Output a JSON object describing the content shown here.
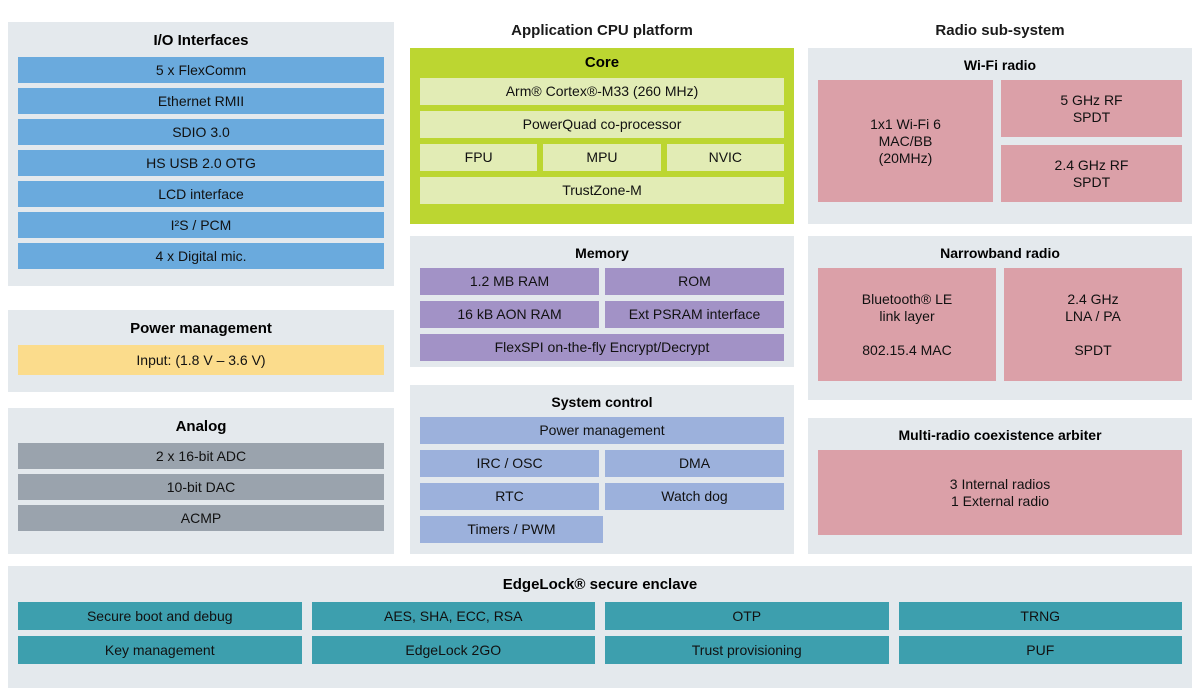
{
  "io_interfaces": {
    "title": "I/O Interfaces",
    "items": [
      "5 x FlexComm",
      "Ethernet RMII",
      "SDIO 3.0",
      "HS USB 2.0 OTG",
      "LCD interface",
      "I²S / PCM",
      "4 x Digital mic."
    ]
  },
  "power_management": {
    "title": "Power management",
    "input": "Input: (1.8 V – 3.6 V)"
  },
  "analog": {
    "title": "Analog",
    "items": [
      "2 x 16-bit ADC",
      "10-bit DAC",
      "ACMP"
    ]
  },
  "cpu_platform": {
    "title": "Application CPU platform",
    "core": {
      "title": "Core",
      "cpu": "Arm® Cortex®-M33 (260 MHz)",
      "coprocessor": "PowerQuad co-processor",
      "units": [
        "FPU",
        "MPU",
        "NVIC"
      ],
      "trustzone": "TrustZone-M"
    }
  },
  "memory": {
    "title": "Memory",
    "row1": [
      "1.2 MB RAM",
      "ROM"
    ],
    "row2": [
      "16 kB AON RAM",
      "Ext PSRAM interface"
    ],
    "row3": "FlexSPI  on-the-fly Encrypt/Decrypt"
  },
  "system_control": {
    "title": "System control",
    "power_management": "Power management",
    "row1": [
      "IRC / OSC",
      "DMA"
    ],
    "row2": [
      "RTC",
      "Watch dog"
    ],
    "row3": "Timers / PWM"
  },
  "radio_subsystem": {
    "title": "Radio sub-system",
    "wifi": {
      "title": "Wi-Fi radio",
      "mac": "1x1 Wi-Fi 6\nMAC/BB\n(20MHz)",
      "rf_5ghz": "5 GHz RF\nSPDT",
      "rf_24ghz": "2.4 GHz RF\nSPDT"
    },
    "narrowband": {
      "title": "Narrowband radio",
      "left": "Bluetooth® LE\nlink layer\n\n802.15.4 MAC",
      "right": "2.4 GHz\nLNA / PA\n\nSPDT"
    },
    "coexistence": {
      "title": "Multi-radio coexistence arbiter",
      "body": "3 Internal radios\n1 External radio"
    }
  },
  "edgelock": {
    "title": "EdgeLock® secure enclave",
    "items": [
      "Secure boot and debug",
      "AES, SHA, ECC, RSA",
      "OTP",
      "TRNG",
      "Key management",
      "EdgeLock 2GO",
      "Trust provisioning",
      "PUF"
    ]
  },
  "colors": {
    "panel_background": "#e4e9ed",
    "io_blue": "#6aaadd",
    "power_yellow": "#fbdc8c",
    "analog_gray": "#9aa3ad",
    "core_green": "#bcd631",
    "core_inner_green": "#e2ecb5",
    "memory_purple": "#a292c6",
    "system_blue": "#9cb1dc",
    "radio_pink": "#dba0a8",
    "edgelock_teal": "#3d9fae"
  }
}
